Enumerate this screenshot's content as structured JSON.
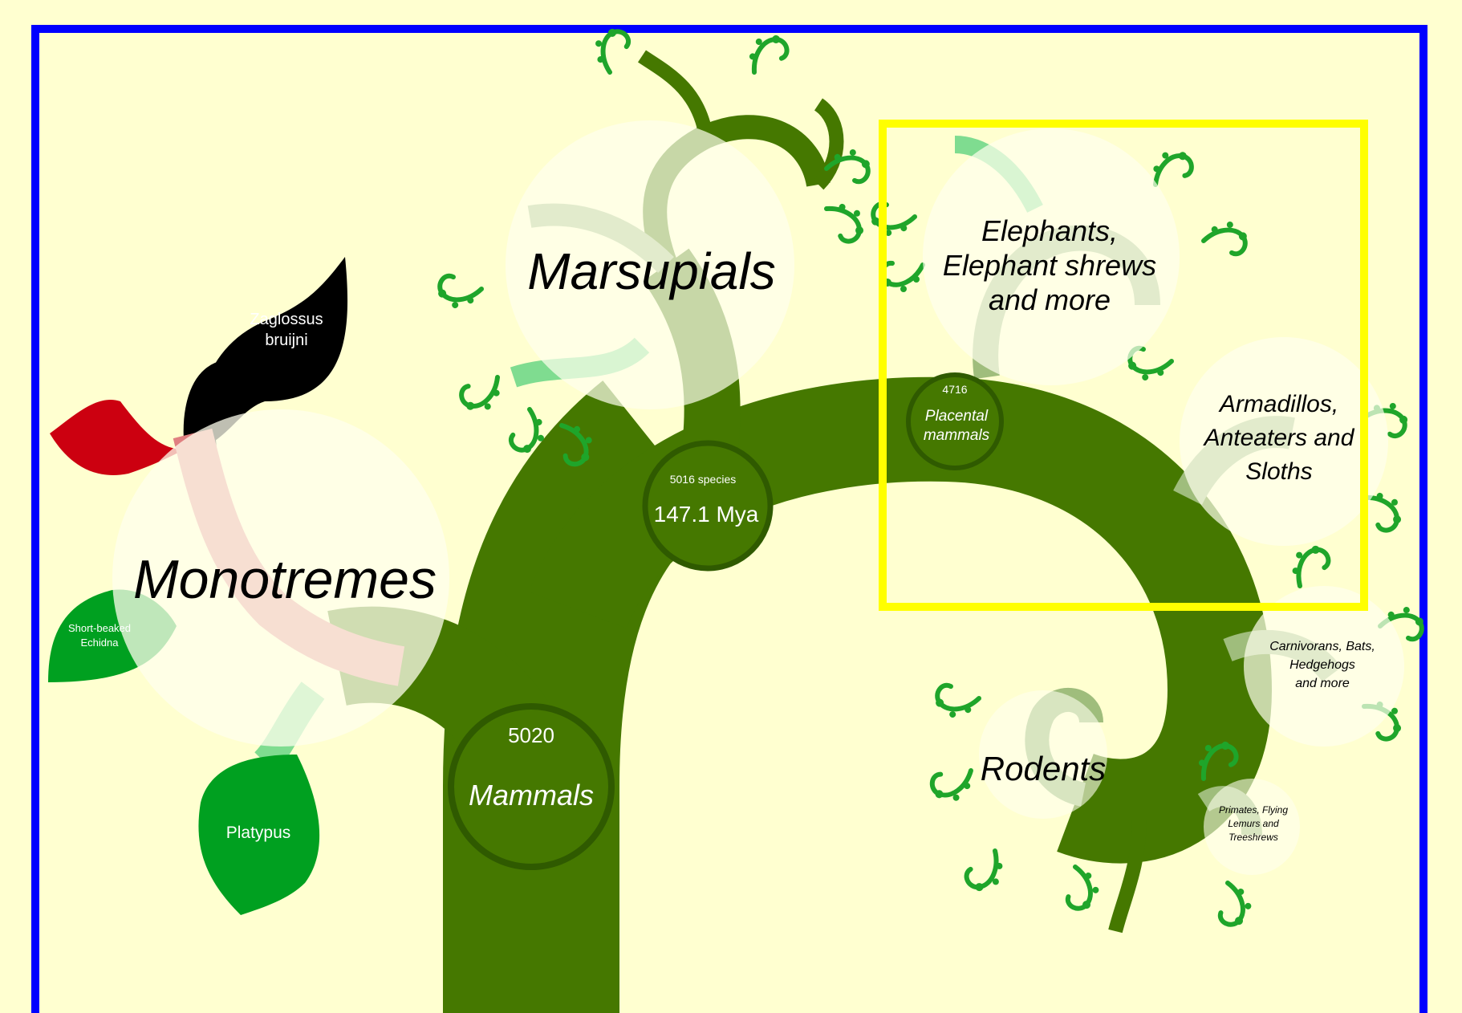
{
  "clades": {
    "monotremes": "Monotremes",
    "marsupials": "Marsupials",
    "elephants": [
      "Elephants,",
      "Elephant shrews",
      "and more"
    ],
    "armadillos": [
      "Armadillos,",
      "Anteaters and",
      "Sloths"
    ],
    "carnivorans": [
      "Carnivorans, Bats,",
      "Hedgehogs",
      "and more"
    ],
    "rodents": "Rodents",
    "primates": [
      "Primates, Flying",
      "Lemurs and",
      "Treeshrews"
    ]
  },
  "nodes": {
    "mammals": {
      "count": "5020",
      "name": "Mammals"
    },
    "marsupial_node": {
      "species": "5016 species",
      "age": "147.1 Mya"
    },
    "placental": {
      "count": "4716",
      "name": [
        "Placental",
        "mammals"
      ]
    }
  },
  "leaves": {
    "zaglossus": [
      "Zaglossus",
      "bruijni"
    ],
    "echidna": [
      "Short-beaked",
      "Echidna"
    ],
    "platypus": "Platypus"
  },
  "colors": {
    "background": "#ffffd0",
    "frame": "#0000ff",
    "highlight": "#ffff00",
    "trunk": "#457800",
    "branch_light": "#9fbd7c",
    "leaf_green": "#00a020",
    "leaf_light": "#7fdc90",
    "leaf_black": "#000000",
    "leaf_red": "#cc0010"
  }
}
